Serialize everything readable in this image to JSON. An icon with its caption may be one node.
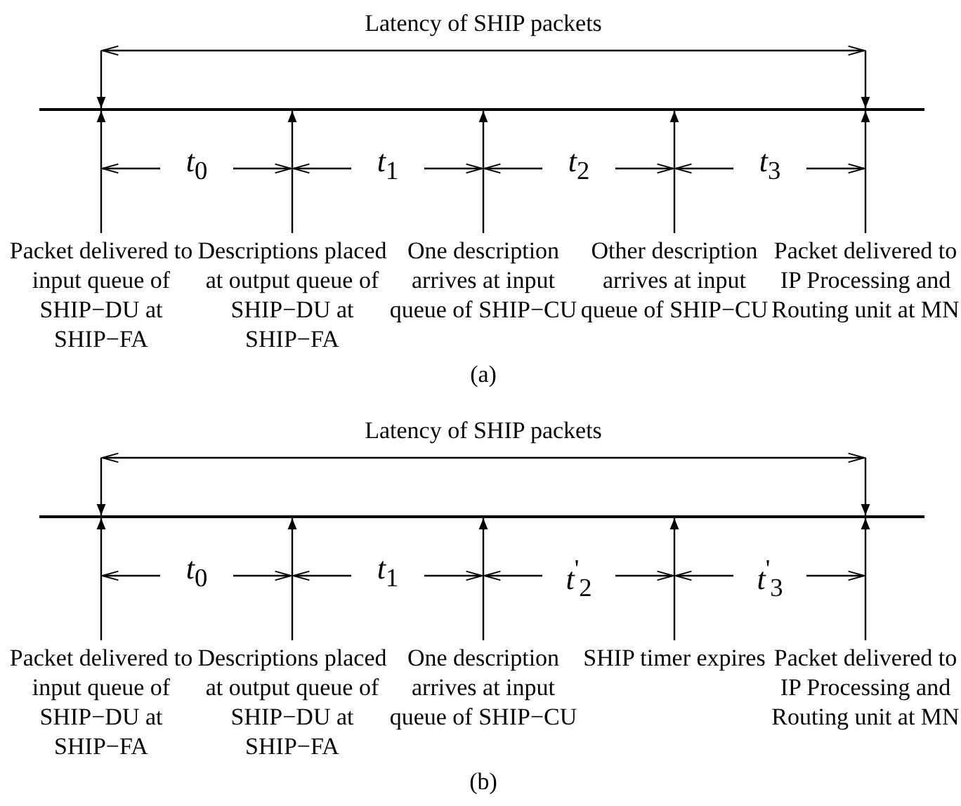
{
  "diagram": {
    "nodes": [
      {
        "text": [],
        "shape": "line"
      },
      {
        "text": [
          "Packet delivered to input queue of SHIP−DU at SHIP−FA"
        ]
      },
      {
        "text": [
          "Descriptions placed at output queue of SHIP−DU at SHIP−FA"
        ]
      },
      {
        "text": [
          "One description arrives at input queue of SHIP−CU"
        ]
      },
      {
        "text": [
          "Other description arrives at input queue of SHIP−CU"
        ]
      },
      {
        "text": [
          "Packet delivered to IP Processing and Routing unit at MN"
        ]
      },
      {
        "text": [],
        "shape": "line"
      },
      {
        "text": [
          "Packet delivered to input queue of SHIP−DU at SHIP−FA"
        ]
      },
      {
        "text": [
          "Descriptions placed at output queue of SHIP−DU at SHIP−FA"
        ]
      },
      {
        "text": [
          "One description arrives at input queue of SHIP−CU"
        ]
      },
      {
        "text": [
          "SHIP timer expires"
        ]
      },
      {
        "text": [
          "Packet delivered to IP Processing and Routing unit at MN"
        ]
      }
    ],
    "edges": [
      {
        "from": 1,
        "to": 0,
        "arrow": "to"
      },
      {
        "from": 2,
        "to": 0,
        "arrow": "to"
      },
      {
        "from": 3,
        "to": 0,
        "arrow": "to"
      },
      {
        "from": 4,
        "to": 0,
        "arrow": "to"
      },
      {
        "from": 5,
        "to": 0,
        "arrow": "to"
      },
      {
        "from": 7,
        "to": 6,
        "arrow": "to"
      },
      {
        "from": 8,
        "to": 6,
        "arrow": "to"
      },
      {
        "from": 9,
        "to": 6,
        "arrow": "to"
      },
      {
        "from": 10,
        "to": 6,
        "arrow": "to"
      },
      {
        "from": 11,
        "to": 6,
        "arrow": "to"
      }
    ],
    "labels": [
      "Latency of SHIP packets",
      "*t*$_{0}$",
      "*t*$_{1}$",
      "*t*$_{2}$",
      "*t*$_{3}$",
      "(a)",
      "Latency of SHIP packets",
      "*t*$_{0}$",
      "*t*$_{1}$",
      "*t*$^{'}$$_{2}$",
      "*t*$^{'}$$_{3}$",
      "(b)"
    ]
  }
}
